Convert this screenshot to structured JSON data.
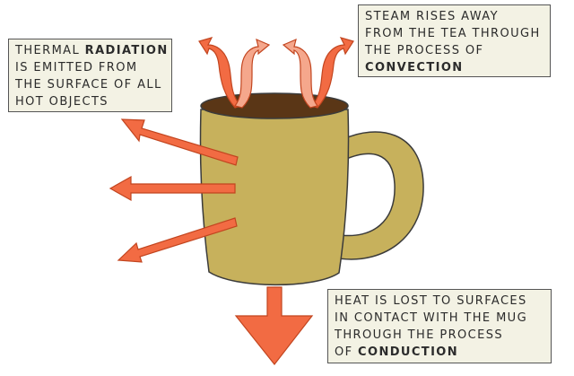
{
  "colors": {
    "arrow": "#f26b43",
    "arrow_outline": "#c2451f",
    "mug_body": "#c7b15c",
    "mug_outline": "#3b3b3b",
    "tea": "#5a3616",
    "box_fill": "#f3f2e4",
    "box_border": "#555555"
  },
  "labels": {
    "radiation": {
      "lines": [
        "THERMAL ",
        "IS EMITTED FROM",
        "THE SURFACE OF ALL",
        "HOT OBJECTS"
      ],
      "keyword": "RADIATION"
    },
    "convection": {
      "lines": [
        "STEAM RISES AWAY",
        "FROM THE TEA THROUGH",
        "THE PROCESS OF"
      ],
      "keyword": "CONVECTION"
    },
    "conduction": {
      "lines": [
        "HEAT IS LOST TO SURFACES",
        "IN CONTACT WITH THE MUG",
        "THROUGH THE PROCESS",
        "OF "
      ],
      "keyword": "CONDUCTION"
    }
  },
  "icons": {
    "mug": "mug-icon",
    "steam": "steam-arrow-icon",
    "radiation": "radiation-arrow-icon",
    "conduction": "conduction-arrow-icon"
  }
}
